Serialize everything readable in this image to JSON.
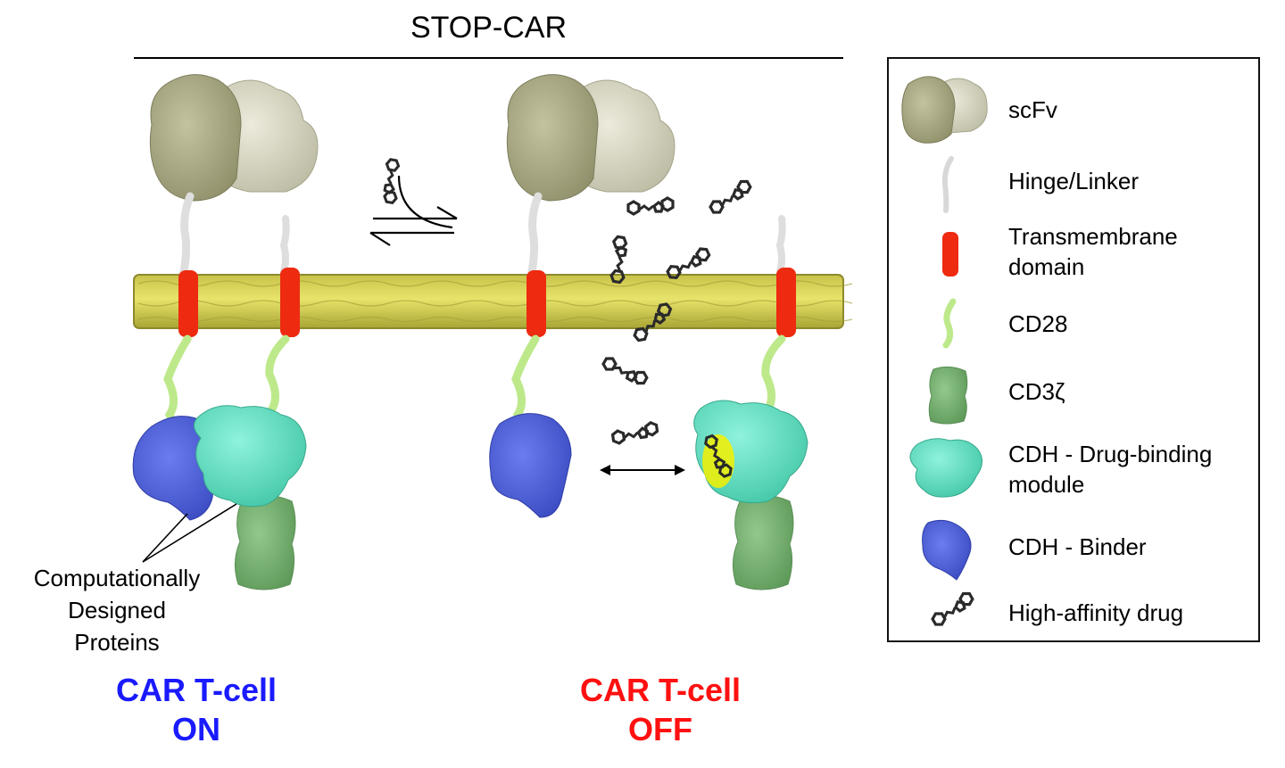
{
  "title": "STOP-CAR",
  "annotation": {
    "lines": [
      "Computationally",
      "Designed",
      "Proteins"
    ]
  },
  "states": {
    "on": {
      "line1": "CAR T-cell",
      "line2": "ON",
      "color": "#1a1aff"
    },
    "off": {
      "line1": "CAR T-cell",
      "line2": "OFF",
      "color": "#ff1010"
    }
  },
  "legend": {
    "items": [
      {
        "key": "scfv",
        "label": "scFv",
        "color": "#b8b896"
      },
      {
        "key": "hinge",
        "label": "Hinge/Linker",
        "color": "#e6e6e6"
      },
      {
        "key": "transmembrane",
        "label_line1": "Transmembrane",
        "label_line2": "domain",
        "color": "#ee2a10"
      },
      {
        "key": "cd28",
        "label": "CD28",
        "color": "#bde98b"
      },
      {
        "key": "cd3z",
        "label": "CD3ζ",
        "color": "#7fb87a"
      },
      {
        "key": "cdh-dbm",
        "label_line1": "CDH - Drug-binding",
        "label_line2": "module",
        "color": "#6ee8cc"
      },
      {
        "key": "cdh-binder",
        "label": "CDH - Binder",
        "color": "#5566e0"
      },
      {
        "key": "drug",
        "label": "High-affinity drug",
        "color": "#2a2a2a"
      }
    ]
  },
  "colors": {
    "membrane": "#d8d35a",
    "membrane_dark": "#9c9a30",
    "highlight": "#f5f000"
  }
}
